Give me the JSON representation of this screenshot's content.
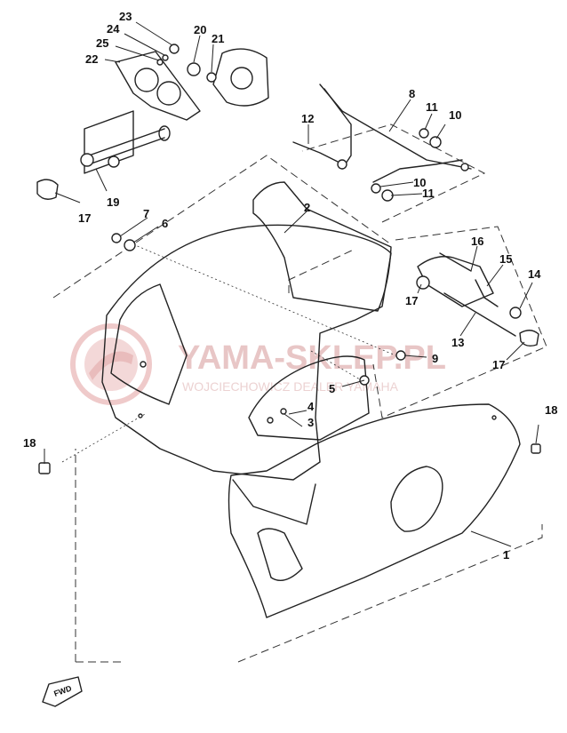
{
  "watermark": {
    "brand": "YAMA-SKLEP.PL",
    "dealer": "WOJCIECHOWICZ DEALER YAMAHA"
  },
  "direction_marker": "FWD",
  "callouts": {
    "p1": "1",
    "p2": "2",
    "p3": "3",
    "p4": "4",
    "p5": "5",
    "p6": "6",
    "p7": "7",
    "p8": "8",
    "p9": "9",
    "p10a": "10",
    "p10b": "10",
    "p11a": "11",
    "p11b": "11",
    "p12": "12",
    "p13": "13",
    "p14": "14",
    "p15": "15",
    "p16": "16",
    "p17a": "17",
    "p17b": "17",
    "p17c": "17",
    "p18a": "18",
    "p18b": "18",
    "p19": "19",
    "p20": "20",
    "p21": "21",
    "p22": "22",
    "p23": "23",
    "p24": "24",
    "p25": "25"
  }
}
